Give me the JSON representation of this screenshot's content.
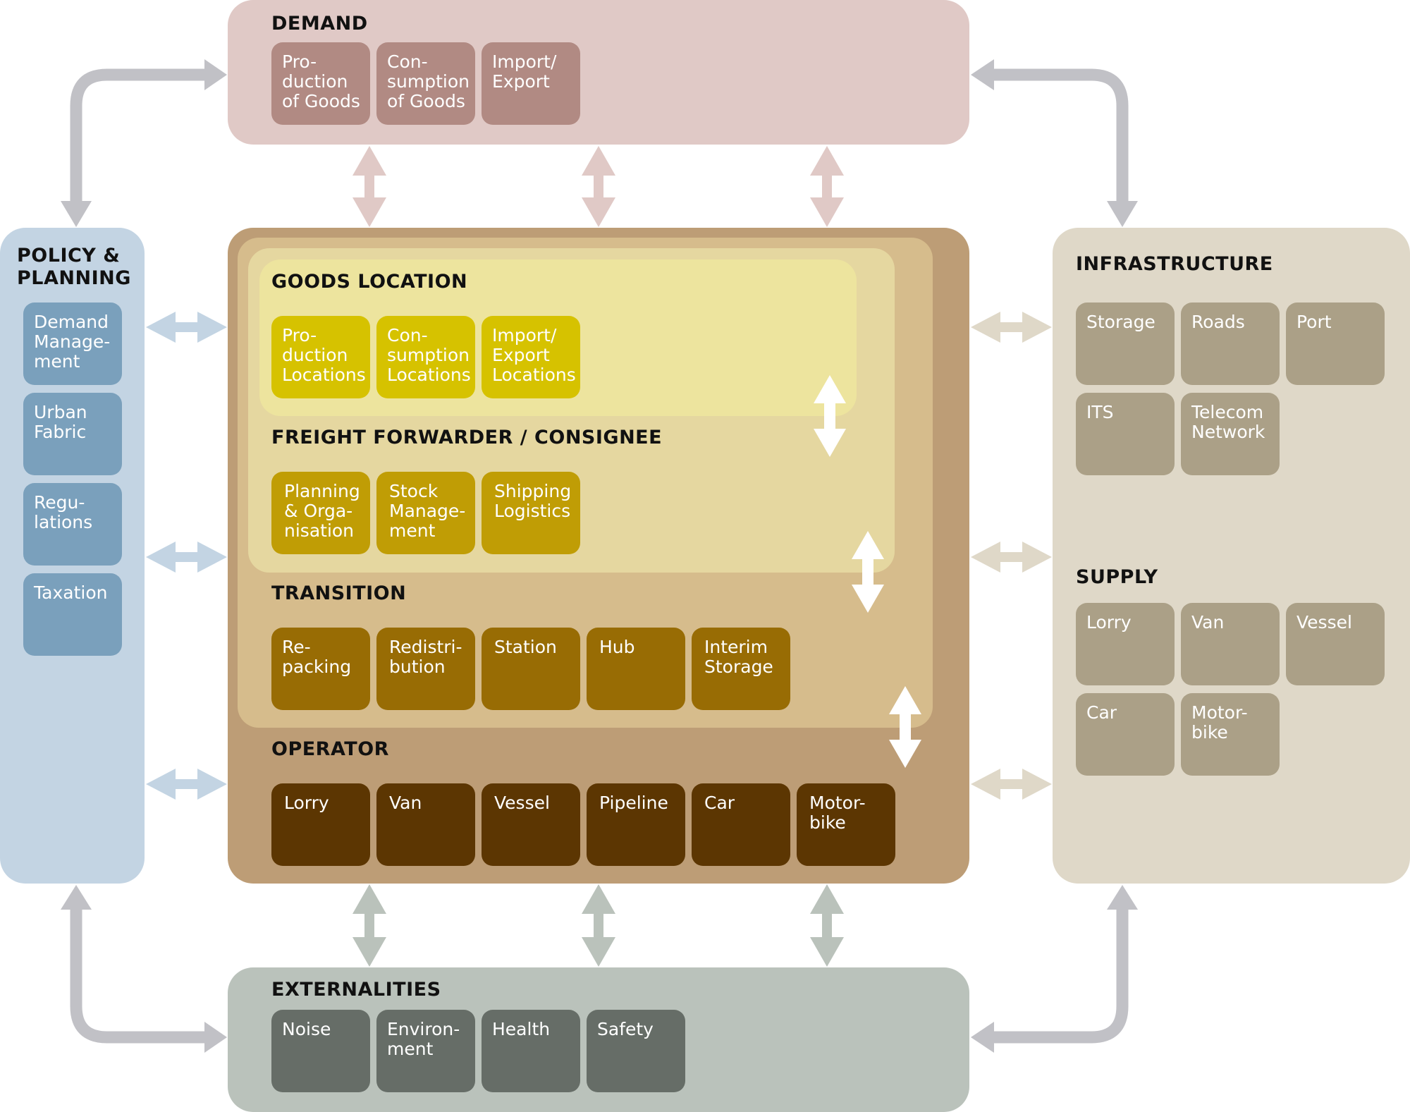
{
  "colors": {
    "demand_panel": "#e0c9c6",
    "demand_box": "#b18a83",
    "policy_panel": "#c3d4e3",
    "policy_box": "#7aa0bc",
    "infra_panel": "#dfd8c8",
    "infra_box": "#aba087",
    "ext_panel": "#bac2bb",
    "ext_box": "#666d67",
    "center_outer": "#bd9d76",
    "transition_layer": "#d6bc8c",
    "ff_layer": "#e5d7a0",
    "goods_layer": "#ede49e",
    "goods_box": "#d6c200",
    "ff_box": "#c09d05",
    "transition_box": "#986c04",
    "operator_box": "#5c3602",
    "loop_arrow": "#c1c1c6",
    "white_arrow": "#ffffff"
  },
  "demand": {
    "title": "DEMAND",
    "items": [
      "Pro-\nduction\nof Goods",
      "Con-\nsumption\nof Goods",
      "Import/\nExport"
    ]
  },
  "policy": {
    "title": "POLICY &\nPLANNING",
    "items": [
      "Demand\nManage-\nment",
      "Urban\nFabric",
      "Regu-\nlations",
      "Taxation"
    ]
  },
  "infrastructure": {
    "title": "INFRASTRUCTURE",
    "items": [
      "Storage",
      "Roads",
      "Port",
      "ITS",
      "Telecom\nNetwork"
    ]
  },
  "supply": {
    "title": "SUPPLY",
    "items": [
      "Lorry",
      "Van",
      "Vessel",
      "Car",
      "Motor-\nbike"
    ]
  },
  "externalities": {
    "title": "EXTERNALITIES",
    "items": [
      "Noise",
      "Environ-\nment",
      "Health",
      "Safety"
    ]
  },
  "goods_location": {
    "title": "GOODS LOCATION",
    "items": [
      "Pro-\nduction\nLocations",
      "Con-\nsumption\nLocations",
      "Import/\nExport\nLocations"
    ]
  },
  "freight_forwarder": {
    "title": "FREIGHT FORWARDER / CONSIGNEE",
    "items": [
      "Planning\n& Orga-\nnisation",
      "Stock\nManage-\nment",
      "Shipping\nLogistics"
    ]
  },
  "transition": {
    "title": "TRANSITION",
    "items": [
      "Re-\npacking",
      "Redistri-\nbution",
      "Station",
      "Hub",
      "Interim\nStorage"
    ]
  },
  "operator": {
    "title": "OPERATOR",
    "items": [
      "Lorry",
      "Van",
      "Vessel",
      "Pipeline",
      "Car",
      "Motor-\nbike"
    ]
  }
}
